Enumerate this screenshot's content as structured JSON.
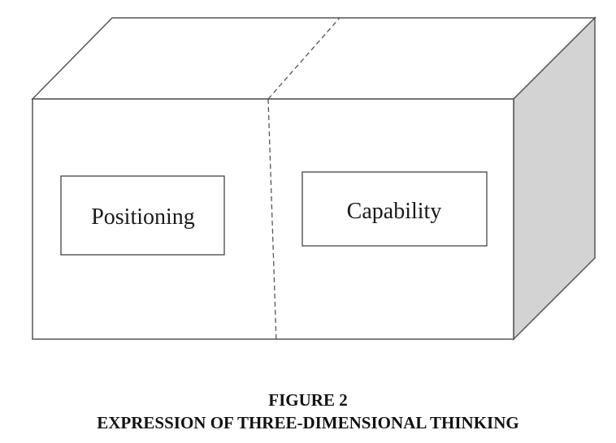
{
  "diagram": {
    "left_box_label": "Positioning",
    "right_box_label": "Capability"
  },
  "caption": {
    "figure_number": "FIGURE 2",
    "title": "EXPRESSION OF THREE-DIMENSIONAL THINKING"
  },
  "colors": {
    "side_face": "#d3d3d3",
    "outline": "#555555",
    "background": "#ffffff"
  }
}
